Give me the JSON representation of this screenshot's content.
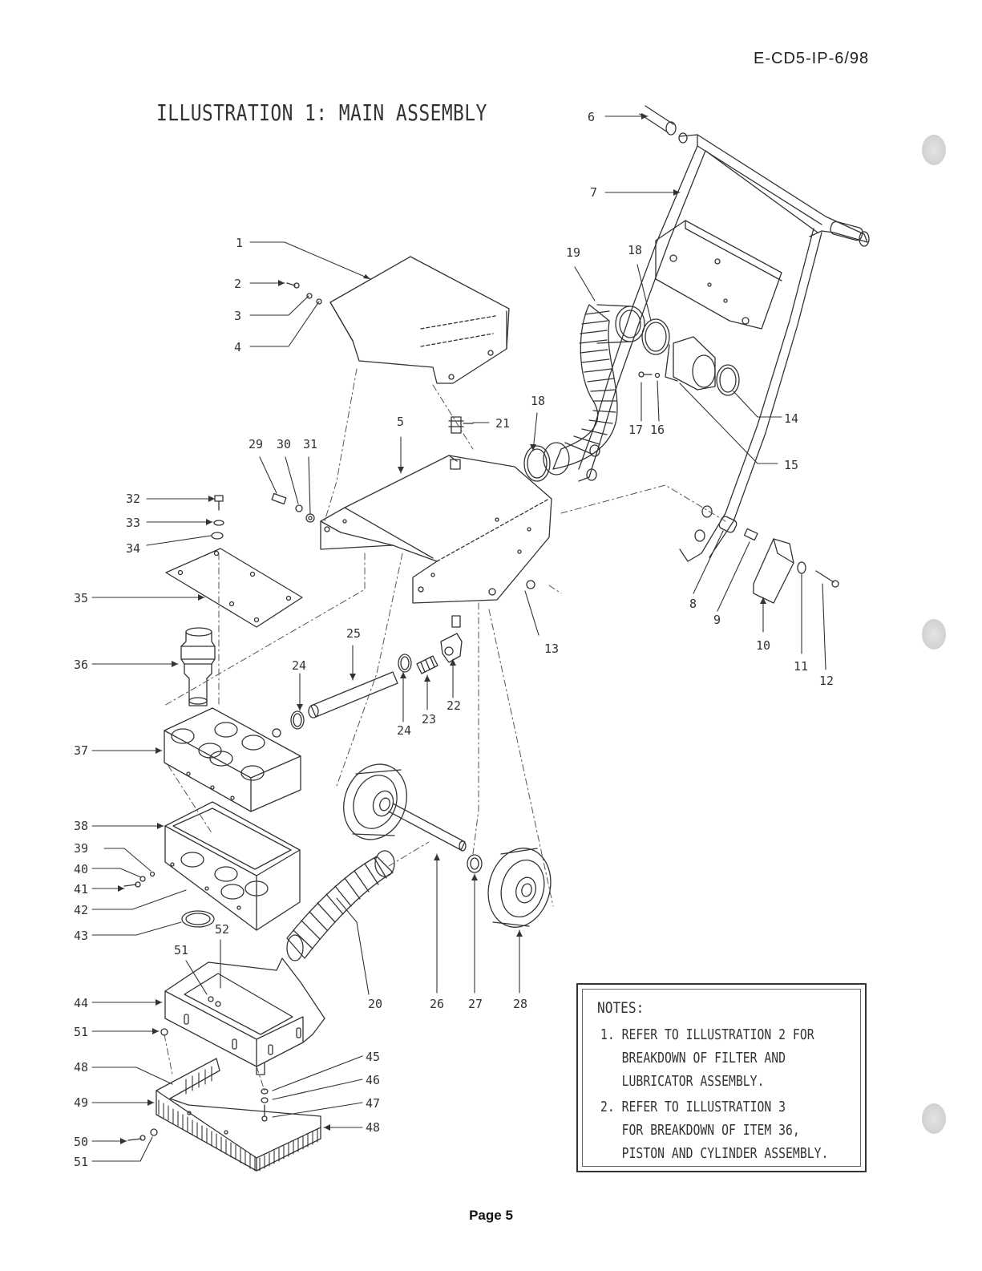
{
  "document_code": "E-CD5-IP-6/98",
  "title": "ILLUSTRATION 1: MAIN ASSEMBLY",
  "page_label": "Page 5",
  "callouts": [
    "1",
    "2",
    "3",
    "4",
    "5",
    "6",
    "7",
    "8",
    "9",
    "10",
    "11",
    "12",
    "13",
    "14",
    "15",
    "16",
    "17",
    "18",
    "18",
    "19",
    "20",
    "21",
    "22",
    "23",
    "24",
    "24",
    "25",
    "26",
    "27",
    "28",
    "29",
    "30",
    "31",
    "32",
    "33",
    "34",
    "35",
    "36",
    "37",
    "38",
    "39",
    "40",
    "41",
    "42",
    "43",
    "44",
    "45",
    "46",
    "47",
    "48",
    "48",
    "49",
    "50",
    "51",
    "51",
    "51",
    "52"
  ],
  "notes": {
    "heading": "NOTES:",
    "note1": "1. REFER TO ILLUSTRATION 2 FOR\n   BREAKDOWN OF FILTER AND\n   LUBRICATOR ASSEMBLY.",
    "note2": "2. REFER TO ILLUSTRATION 3\n   FOR BREAKDOWN OF ITEM 36,\n   PISTON AND CYLINDER ASSEMBLY."
  },
  "colors": {
    "ink": "#333333",
    "paper": "#ffffff"
  }
}
